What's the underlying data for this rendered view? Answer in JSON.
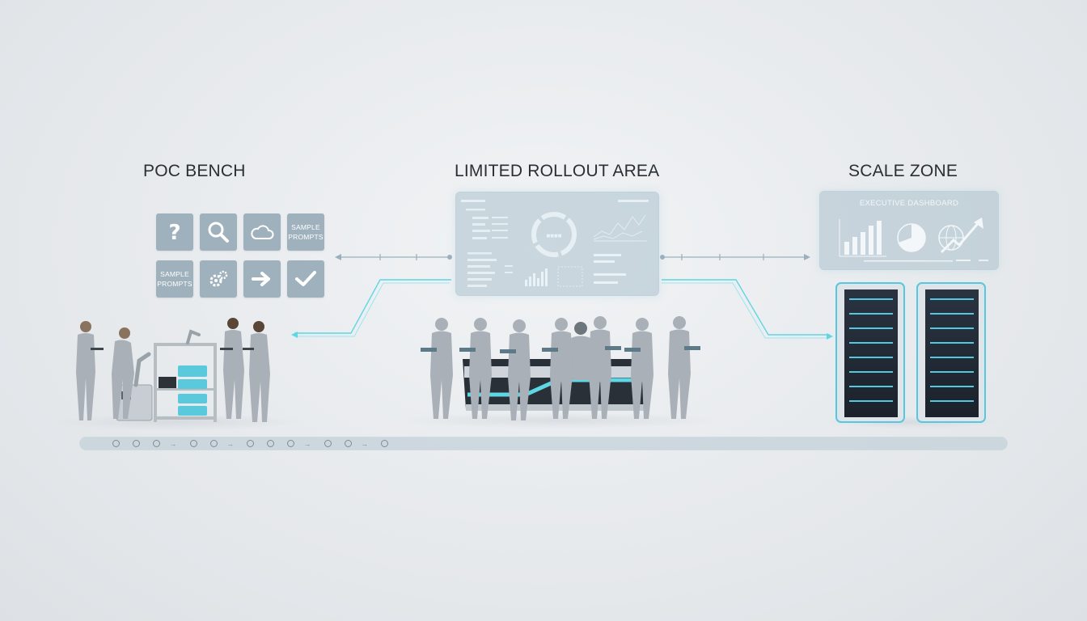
{
  "zones": {
    "poc": {
      "title": "POC BENCH"
    },
    "limited": {
      "title": "LIMITED ROLLOUT AREA"
    },
    "scale": {
      "title": "SCALE ZONE"
    }
  },
  "poc_tiles": [
    {
      "icon": "question-icon"
    },
    {
      "icon": "search-icon"
    },
    {
      "icon": "cloud-icon"
    },
    {
      "text": "SAMPLE\nPROMPTS"
    },
    {
      "text": "SAMPLE\nPROMPTS"
    },
    {
      "icon": "gears-icon"
    },
    {
      "icon": "arrow-right-icon"
    },
    {
      "icon": "checkmark-icon"
    }
  ],
  "executive_dashboard": {
    "title": "EXECUTIVE DASHBOARD"
  },
  "colors": {
    "accent_cyan": "#5fd6e4",
    "tile": "#9fb1bd",
    "panel": "#aac0cc",
    "figure": "#a9b0b7",
    "server_glow": "#56c7e0"
  }
}
